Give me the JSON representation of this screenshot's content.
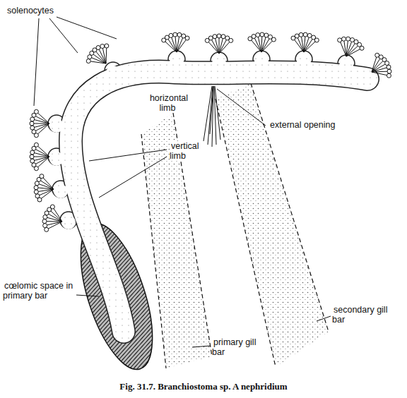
{
  "diagram": {
    "caption": "Fig. 31.7. Branchiostoma sp. A nephridium",
    "labels": [
      "solenocytes",
      "horizontal limb",
      "vertical limb",
      "external opening",
      "cœlomic space in primary bar",
      "primary gill bar",
      "secondary gill bar"
    ]
  }
}
